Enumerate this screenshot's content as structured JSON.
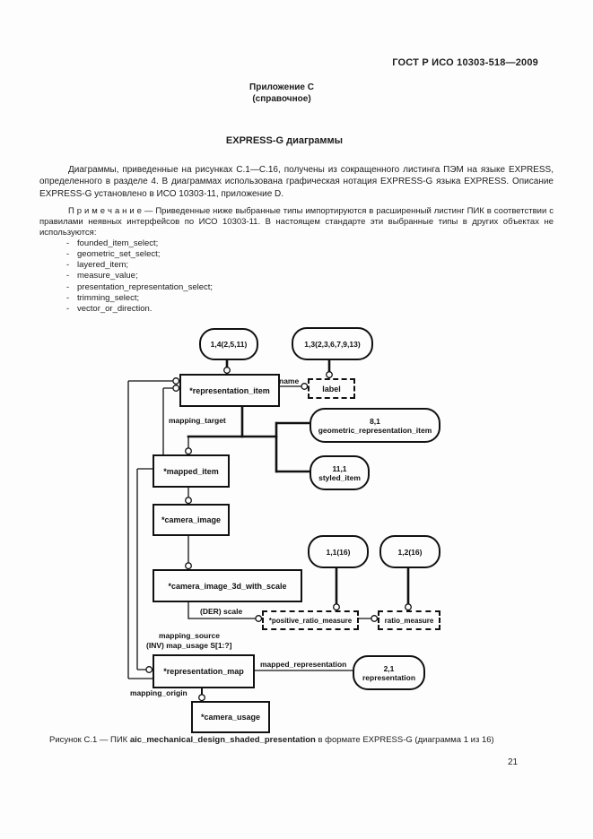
{
  "doc": {
    "header": "ГОСТ Р ИСО 10303-518—2009",
    "annex_title": "Приложение С",
    "annex_subtitle": "(справочное)",
    "section_title": "EXPRESS-G диаграммы",
    "paragraph1": "Диаграммы, приведенные на рисунках С.1—С.16, получены из сокращенного листинга ПЭМ на языке EXPRESS, определенного в разделе 4. В диаграммах использована графическая нотация EXPRESS-G языка EXPRESS. Описание EXPRESS-G установлено в ИСО 10303-11, приложение D.",
    "note": "П р и м е ч а н и е — Приведенные ниже выбранные типы импортируются в расширенный листинг ПИК в соответствии с правилами неявных интерфейсов по ИСО 10303-11. В настоящем стандарте эти выбранные типы в других объектах не используются:",
    "list_dash": "-",
    "list": [
      "founded_item_select;",
      "geometric_set_select;",
      "layered_item;",
      "measure_value;",
      "presentation_representation_select;",
      "trimming_select;",
      "vector_or_direction."
    ],
    "caption_prefix": "Рисунок  С.1 — ПИК ",
    "caption_bold": "aic_mechanical_design_shaded_presentation",
    "caption_suffix": " в формате EXPRESS-G (диаграмма 1 из 16)",
    "page_number": "21"
  },
  "diagram": {
    "entities": {
      "representation_item": "*representation_item",
      "mapped_item": "*mapped_item",
      "camera_image": "*camera_image",
      "camera_image_3d_with_scale": "*camera_image_3d_with_scale",
      "representation_map": "*representation_map",
      "camera_usage": "*camera_usage"
    },
    "types": {
      "label": "label",
      "positive_ratio_measure": "*positive_ratio_measure",
      "ratio_measure": "ratio_measure"
    },
    "refs": {
      "r14": "1,4(2,5,11)",
      "r13": "1,3(2,3,6,7,9,13)",
      "geom_ref": "8,1",
      "geom_name": "geometric_representation_item",
      "styled_ref": "11,1",
      "styled_name": "styled_item",
      "m11": "1,1(16)",
      "m12": "1,2(16)",
      "repr_ref": "2,1",
      "repr_name": "representation"
    },
    "edge_labels": {
      "name": "name",
      "mapping_target": "mapping_target",
      "der_scale": "(DER) scale",
      "mapping_source": "mapping_source",
      "inv_map_usage": "(INV) map_usage S[1:?]",
      "mapped_representation": "mapped_representation",
      "mapping_origin": "mapping_origin"
    }
  }
}
